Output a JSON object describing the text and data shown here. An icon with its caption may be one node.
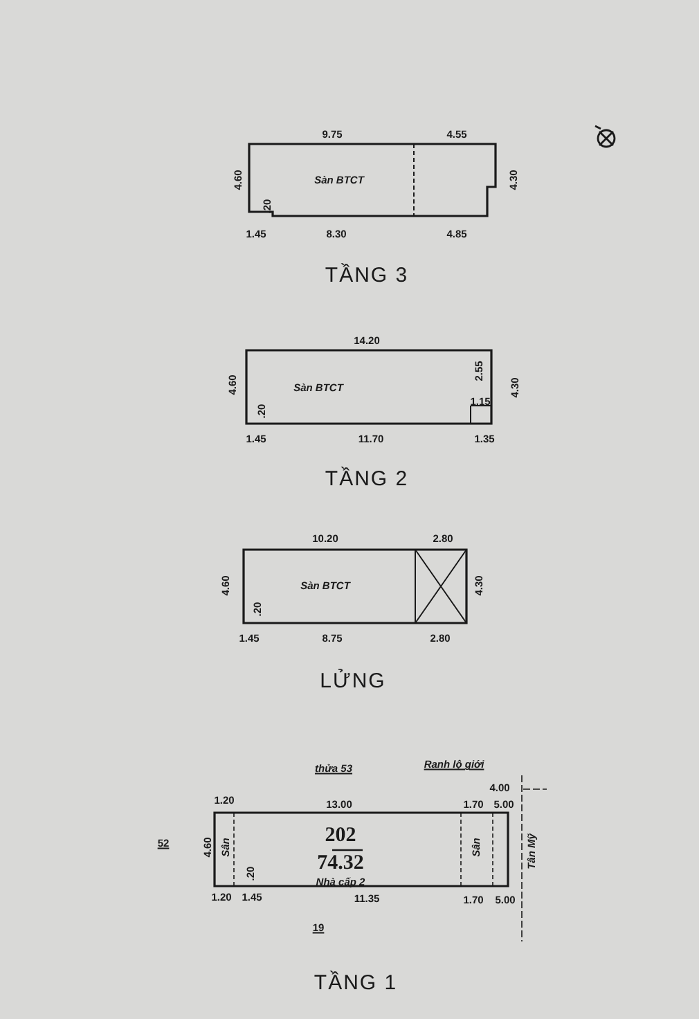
{
  "diagram": {
    "labels": [
      "9.75",
      "4.55",
      "4.60",
      "Sàn BTCT",
      ".20",
      "4.30",
      "1.45",
      "8.30",
      "4.85",
      "TẦNG 3",
      "14.20",
      "4.60",
      "Sàn BTCT",
      "2.55",
      "4.30",
      ".20",
      "1.15",
      "1.45",
      "11.70",
      "1.35",
      "TẦNG 2",
      "10.20",
      "2.80",
      "4.60",
      "Sàn BTCT",
      ".20",
      "4.30",
      "1.45",
      "8.75",
      "2.80",
      "LỬNG",
      "thửa 53",
      "Ranh lộ giới",
      "4.00",
      "1.20",
      "13.00",
      "1.70",
      "5.00",
      "52",
      "4.60",
      "Sân",
      "202",
      "74.32",
      "Nhà cấp 2",
      ".20",
      "Sân",
      "Tân Mỹ",
      "1.20",
      "1.45",
      "11.35",
      "1.70",
      "5.00",
      "19",
      "TẦNG 1"
    ]
  }
}
